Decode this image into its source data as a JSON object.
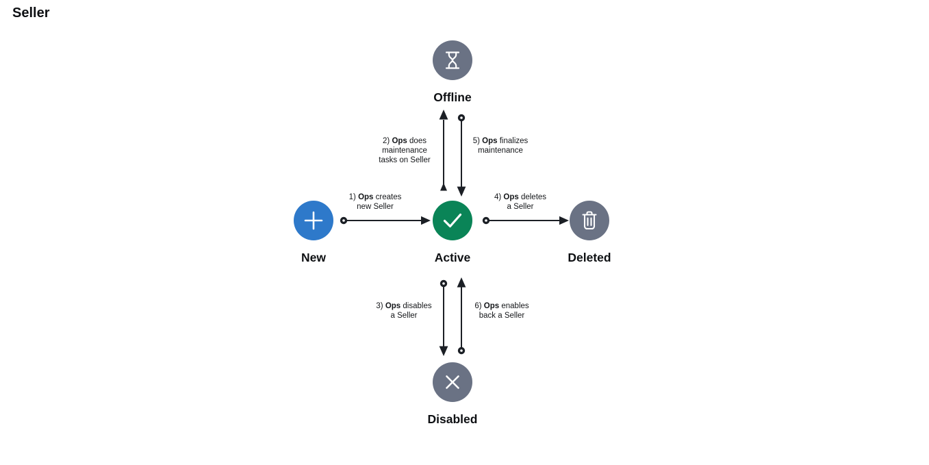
{
  "page": {
    "title": "Seller"
  },
  "colors": {
    "new_blue": "#2E79CA",
    "active_green": "#0A8457",
    "neutral_gray": "#6A7284",
    "arrow": "#1B1F25",
    "label_text": "#141619"
  },
  "states": {
    "offline": {
      "label": "Offline",
      "icon": "hourglass-icon",
      "color": "#6A7284"
    },
    "new": {
      "label": "New",
      "icon": "plus-icon",
      "color": "#2E79CA"
    },
    "active": {
      "label": "Active",
      "icon": "check-icon",
      "color": "#0A8457"
    },
    "deleted": {
      "label": "Deleted",
      "icon": "trash-icon",
      "color": "#6A7284"
    },
    "disabled": {
      "label": "Disabled",
      "icon": "x-icon",
      "color": "#6A7284"
    }
  },
  "transitions": {
    "t1": {
      "from": "New",
      "to": "Active",
      "prefix": "1)",
      "actor": "Ops",
      "rest": "creates",
      "line2": "new Seller"
    },
    "t2": {
      "from": "Active",
      "to": "Offline",
      "prefix": "2)",
      "actor": "Ops",
      "rest": "does",
      "line2": "maintenance",
      "line3": "tasks on Seller"
    },
    "t3": {
      "from": "Active",
      "to": "Disabled",
      "prefix": "3)",
      "actor": "Ops",
      "rest": "disables",
      "line2": "a Seller"
    },
    "t4": {
      "from": "Active",
      "to": "Deleted",
      "prefix": "4)",
      "actor": "Ops",
      "rest": "deletes",
      "line2": "a Seller"
    },
    "t5": {
      "from": "Offline",
      "to": "Active",
      "prefix": "5)",
      "actor": "Ops",
      "rest": "finalizes",
      "line2": "maintenance"
    },
    "t6": {
      "from": "Disabled",
      "to": "Active",
      "prefix": "6)",
      "actor": "Ops",
      "rest": "enables",
      "line2": "back a Seller"
    }
  }
}
